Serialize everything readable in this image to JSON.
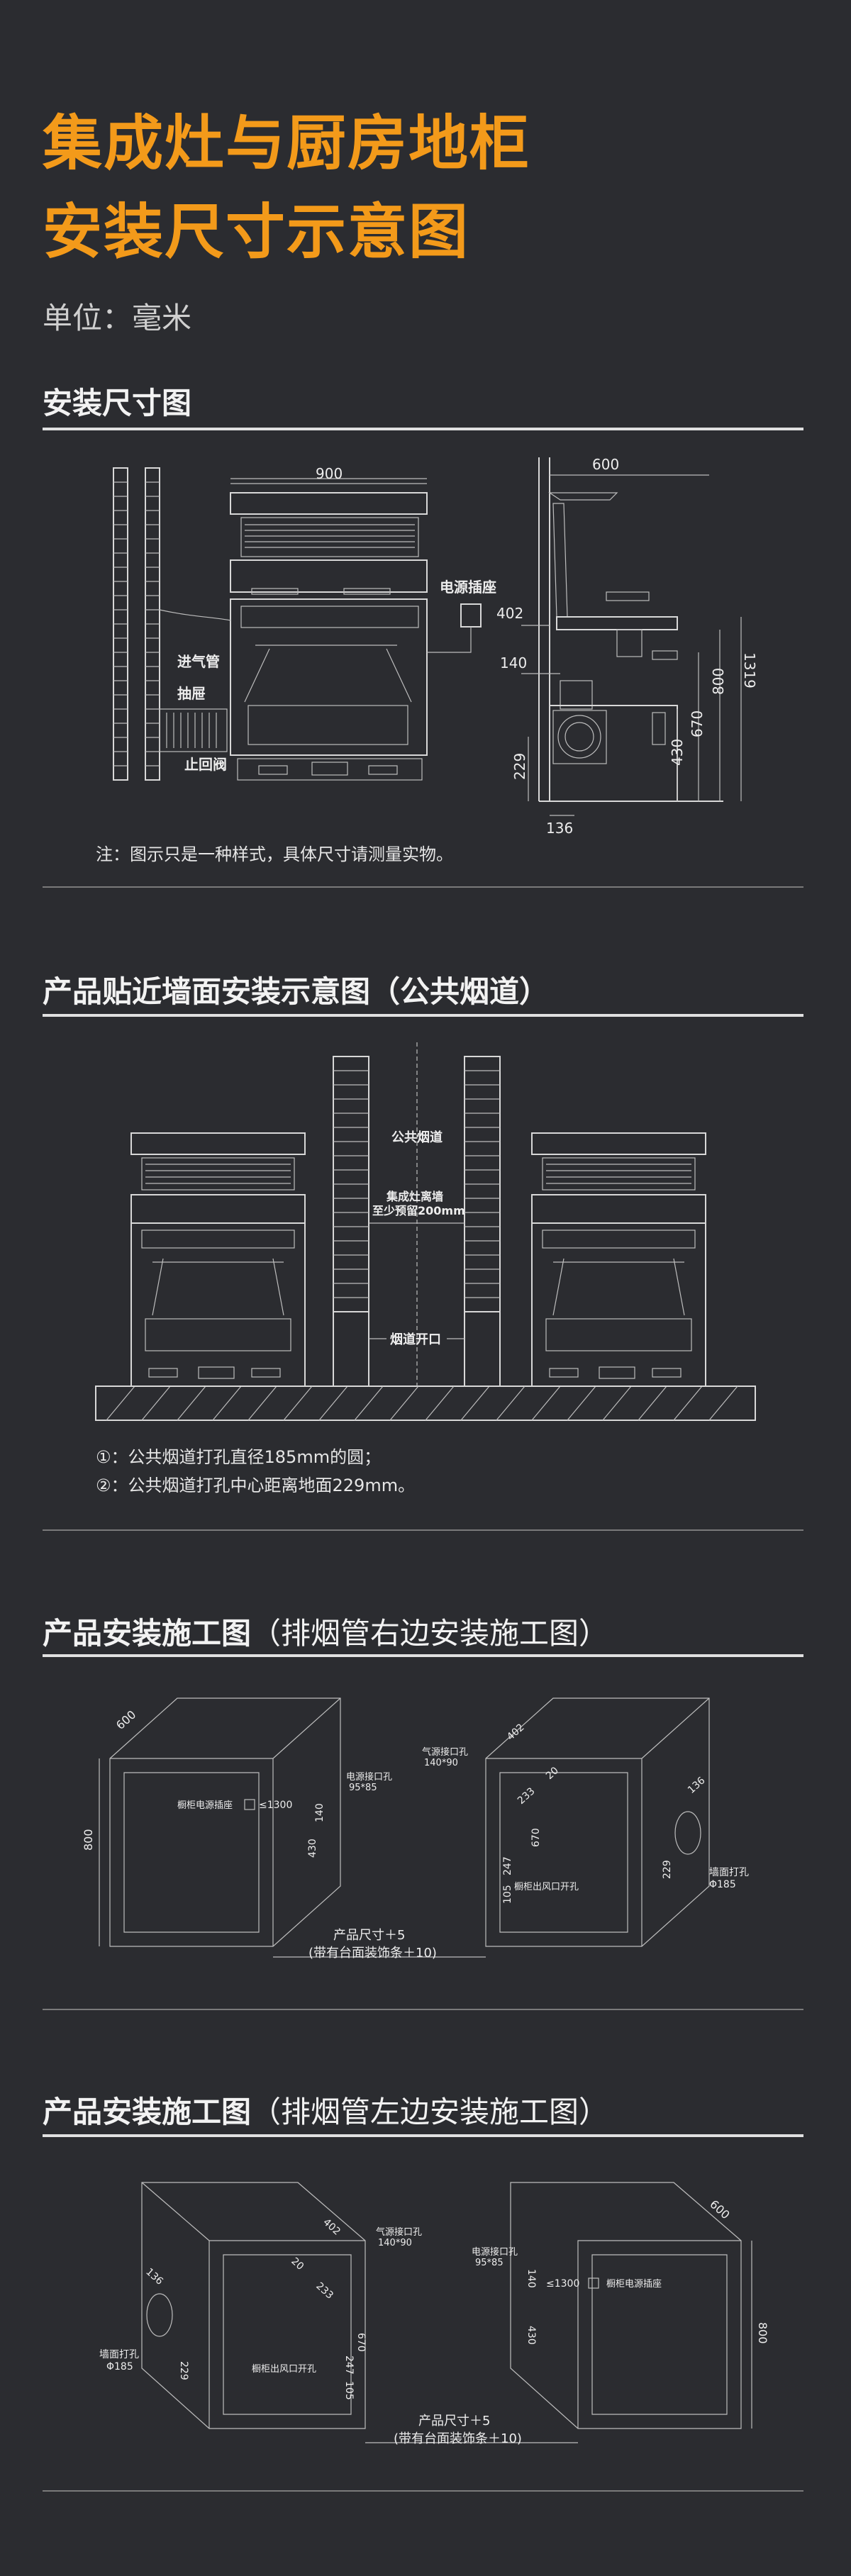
{
  "header": {
    "title_line1": "集成灶与厨房地柜",
    "title_line2": "安装尺寸示意图",
    "unit": "单位：毫米"
  },
  "section1": {
    "title": "安装尺寸图",
    "labels": {
      "width_900": "900",
      "power_socket": "电源插座",
      "inlet_pipe": "进气管",
      "drawer": "抽屉",
      "check_valve": "止回阀",
      "d600": "600",
      "d402": "402",
      "d140": "140",
      "d1319": "1319",
      "d800": "800",
      "d670": "670",
      "d430": "430",
      "d229": "229",
      "d136": "136"
    },
    "note": "注：图示只是一种样式，具体尺寸请测量实物。"
  },
  "section2": {
    "title": "产品贴近墙面安装示意图（公共烟道）",
    "labels": {
      "public_flue": "公共烟道",
      "distance_line1": "集成灶离墙",
      "distance_line2": "至少预留200mm",
      "flue_opening": "烟道开口"
    },
    "notes": [
      "①：公共烟道打孔直径185mm的圆；",
      "②：公共烟道打孔中心距离地面229mm。"
    ]
  },
  "section3": {
    "title_bold": "产品安装施工图",
    "title_normal": "（排烟管右边安装施工图）",
    "labels": {
      "d600": "600",
      "d800": "800",
      "cabinet_socket": "橱柜电源插座",
      "le1300": "≤1300",
      "power_hole": "电源接口孔",
      "d95x85": "95*85",
      "d140": "140",
      "d430": "430",
      "gas_hole": "气源接口孔",
      "d140x90": "140*90",
      "d402": "402",
      "d20": "20",
      "d233": "233",
      "d670": "670",
      "d247": "247",
      "d105": "105",
      "outlet": "橱柜出风口开孔",
      "d136": "136",
      "d229": "229",
      "wall_hole": "墙面打孔",
      "phi185": "Φ185",
      "size_line1": "产品尺寸＋5",
      "size_line2": "(带有台面装饰条＋10)"
    }
  },
  "section4": {
    "title_bold": "产品安装施工图",
    "title_normal": "（排烟管左边安装施工图）",
    "labels": {
      "d600": "600",
      "d800": "800",
      "d402": "402",
      "gas_hole": "气源接口孔",
      "d140x90": "140*90",
      "power_hole": "电源接口孔",
      "d95x85": "95*85",
      "le1300": "≤1300",
      "cabinet_socket": "橱柜电源插座",
      "d136": "136",
      "d20": "20",
      "d233": "233",
      "d670": "670",
      "d247": "247",
      "d105": "105",
      "d229": "229",
      "d140": "140",
      "d430": "430",
      "wall_hole": "墙面打孔",
      "phi185": "Φ185",
      "outlet": "橱柜出风口开孔",
      "size_line1": "产品尺寸＋5",
      "size_line2": "(带有台面装饰条＋10)"
    }
  }
}
